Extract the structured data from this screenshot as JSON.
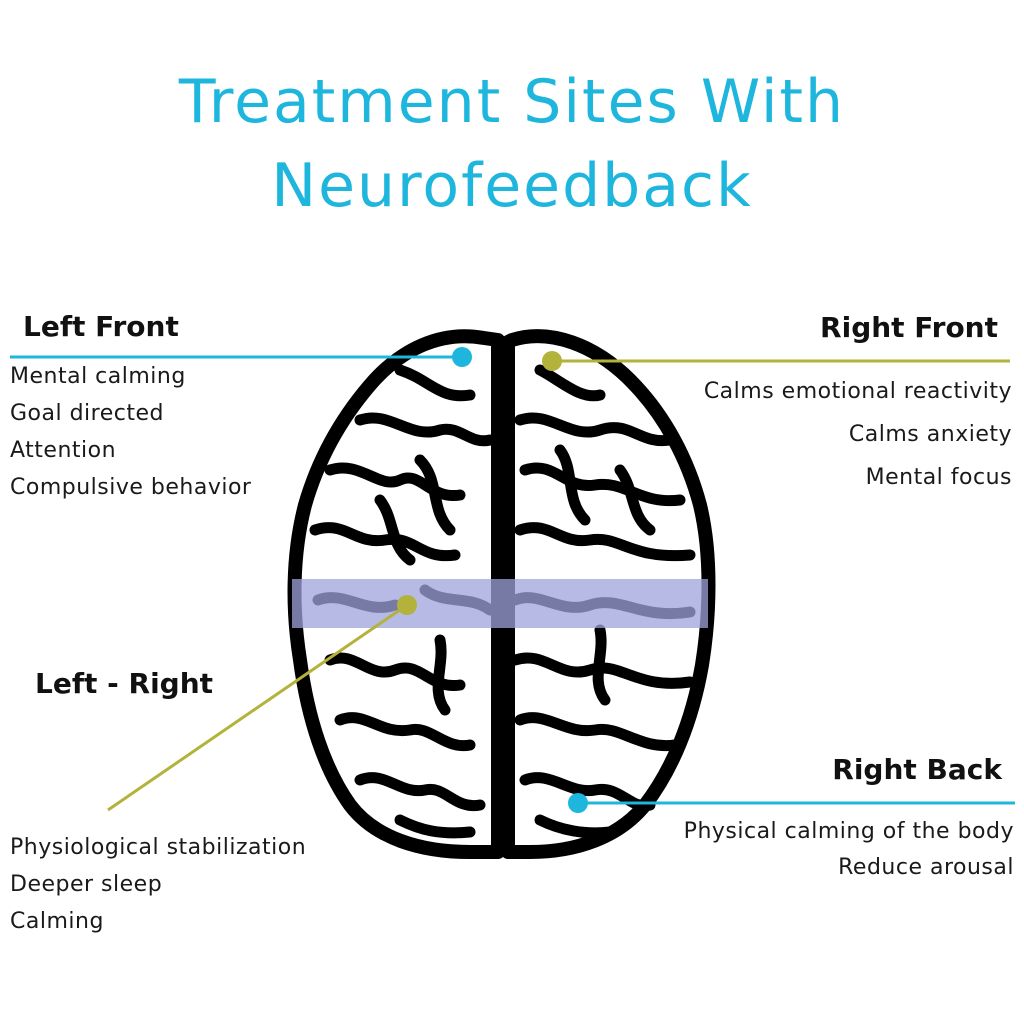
{
  "title_lines": [
    "Treatment Sites With",
    "Neurofeedback"
  ],
  "colors": {
    "title": "#1eb6dd",
    "blue_marker": "#1eb6dd",
    "olive_marker": "#b3b23a",
    "band": "#9ea3dc"
  },
  "sites": {
    "left_front": {
      "heading": "Left Front",
      "items": [
        "Mental calming",
        "Goal directed",
        "Attention",
        "Compulsive behavior"
      ]
    },
    "right_front": {
      "heading": "Right Front",
      "items": [
        "Calms emotional reactivity",
        "Calms anxiety",
        "Mental focus"
      ]
    },
    "left_right": {
      "heading": "Left - Right",
      "items": [
        "Physiological stabilization",
        "Deeper sleep",
        "Calming"
      ]
    },
    "right_back": {
      "heading": "Right Back",
      "items": [
        "Physical calming of the body",
        "Reduce arousal"
      ]
    }
  }
}
